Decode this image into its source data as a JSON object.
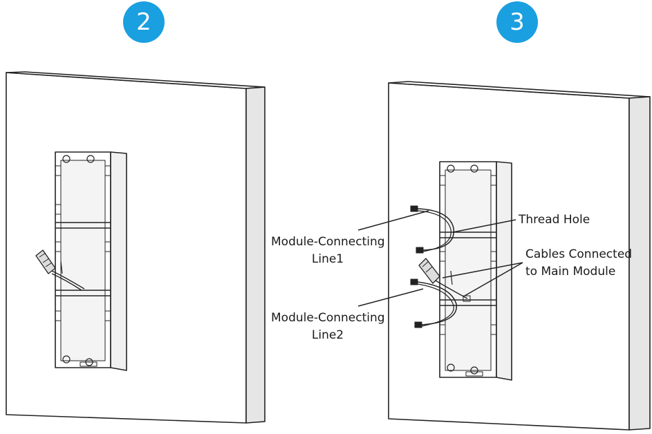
{
  "colors": {
    "step_badge": "#1a9fe0",
    "line": "#222222",
    "wall_side": "#e6e6e6",
    "box_inner": "#f4f4f4"
  },
  "steps": [
    {
      "number": "2"
    },
    {
      "number": "3"
    }
  ],
  "callouts": {
    "module_line1": [
      "Module-Connecting",
      "Line1"
    ],
    "module_line2": [
      "Module-Connecting",
      "Line2"
    ],
    "thread_hole": "Thread Hole",
    "cables_main": [
      "Cables Connected",
      "to Main Module"
    ]
  }
}
